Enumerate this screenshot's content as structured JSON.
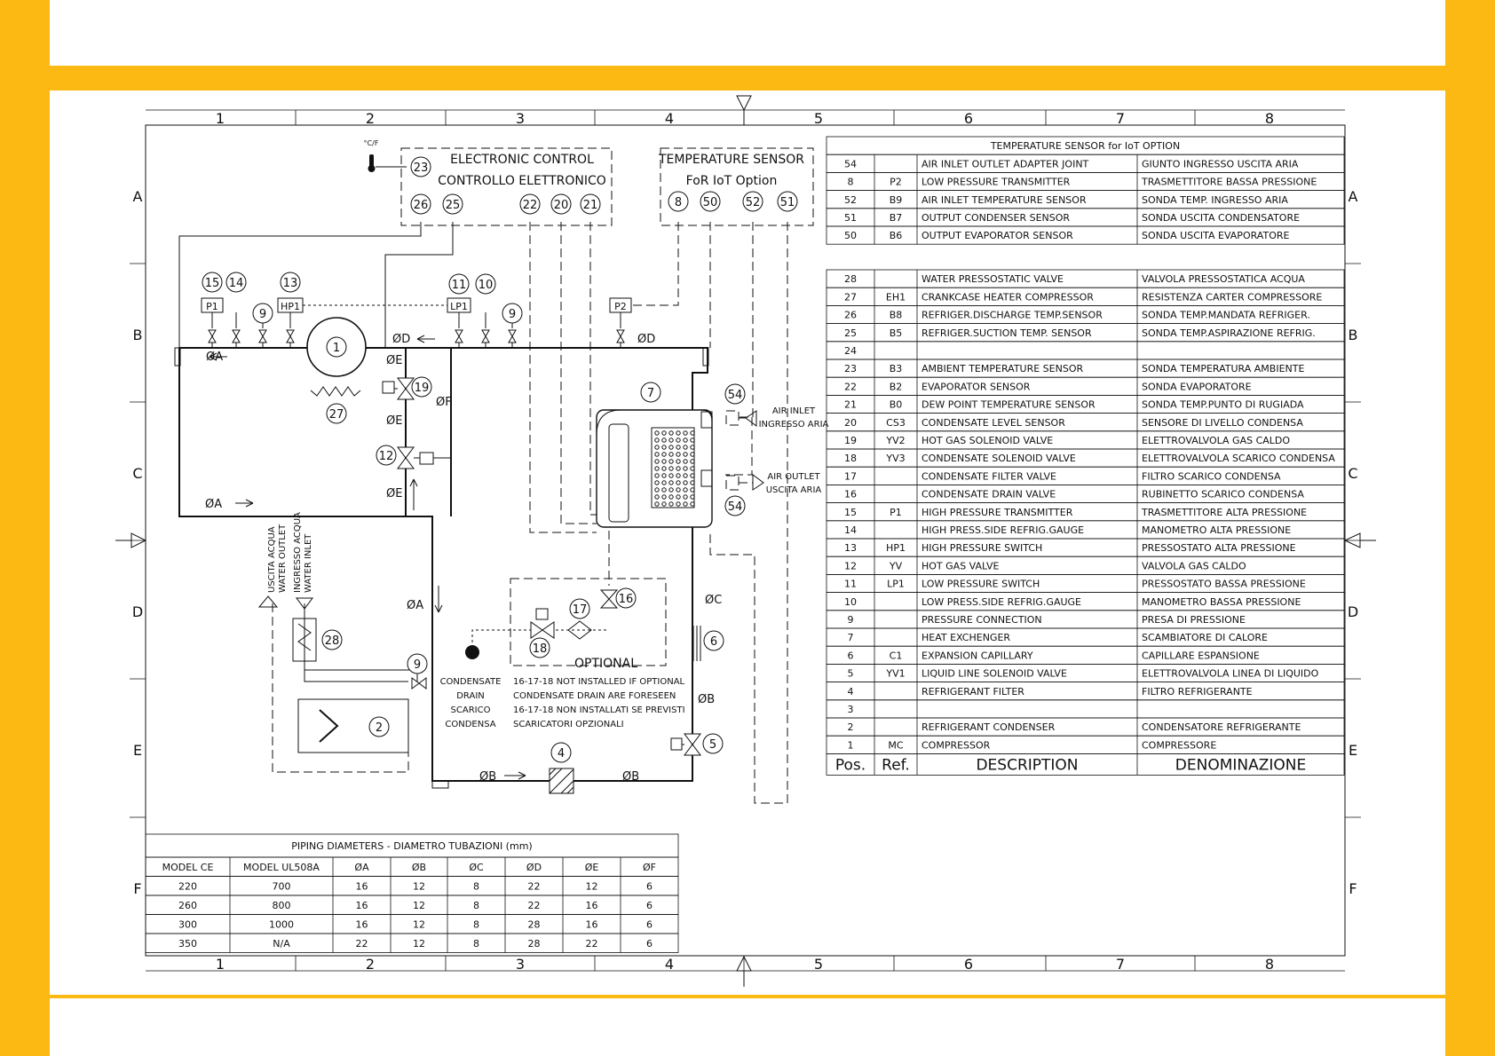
{
  "colors": {
    "band": "#FDB913",
    "line": "#111111",
    "paper": "#ffffff"
  },
  "frame": {
    "columns": [
      "1",
      "2",
      "3",
      "4",
      "5",
      "6",
      "7",
      "8"
    ],
    "rows": [
      "A",
      "B",
      "C",
      "D",
      "E",
      "F"
    ]
  },
  "boxes": {
    "electronic": {
      "line1": "ELECTRONIC CONTROL",
      "line2": "CONTROLLO ELETTRONICO"
    },
    "sensor": {
      "line1": "TEMPERATURE SENSOR",
      "line2": "FoR  IoT Option"
    },
    "optional": "OPTIONAL"
  },
  "diagram_labels": {
    "temp_unit": "°C/F",
    "dA": "ØA",
    "dB": "ØB",
    "dC": "ØC",
    "dD": "ØD",
    "dE": "ØE",
    "dF": "ØF",
    "P1": "P1",
    "HP1": "HP1",
    "LP1": "LP1",
    "P2": "P2",
    "air_inlet": "AIR INLET",
    "air_inlet_it": "INGRESSO ARIA",
    "air_outlet": "AIR OUTLET",
    "air_outlet_it": "USCITA ARIA",
    "water_out_it": "USCITA ACQUA",
    "water_out": "WATER OUTLET",
    "water_in_it": "INGRESSO ACQUA",
    "water_in": "WATER INLET",
    "condensate": [
      "CONDENSATE",
      "DRAIN",
      "SCARICO",
      "CONDENSA"
    ],
    "optional_note": [
      "16-17-18 NOT INSTALLED IF OPTIONAL",
      "CONDENSATE DRAIN ARE FORESEEN",
      "16-17-18 NON INSTALLATI SE PREVISTI",
      "SCARICATORI OPZIONALI"
    ],
    "callouts": [
      "23",
      "26",
      "25",
      "22",
      "20",
      "21",
      "8",
      "50",
      "52",
      "51",
      "15",
      "14",
      "13",
      "9",
      "1",
      "11",
      "10",
      "9",
      "19",
      "27",
      "12",
      "7",
      "54",
      "54",
      "16",
      "17",
      "18",
      "28",
      "9",
      "6",
      "2",
      "5",
      "4"
    ]
  },
  "iot_table": {
    "title": "TEMPERATURE SENSOR for IoT OPTION",
    "rows": [
      [
        "54",
        "",
        "AIR INLET OUTLET ADAPTER JOINT",
        "GIUNTO INGRESSO USCITA ARIA"
      ],
      [
        "8",
        "P2",
        "LOW PRESSURE TRANSMITTER",
        "TRASMETTITORE BASSA PRESSIONE"
      ],
      [
        "52",
        "B9",
        "AIR INLET TEMPERATURE SENSOR",
        "SONDA TEMP. INGRESSO ARIA"
      ],
      [
        "51",
        "B7",
        "OUTPUT CONDENSER SENSOR",
        "SONDA USCITA CONDENSATORE"
      ],
      [
        "50",
        "B6",
        "OUTPUT EVAPORATOR SENSOR",
        "SONDA USCITA EVAPORATORE"
      ]
    ]
  },
  "parts_table": {
    "rows": [
      [
        "28",
        "",
        "WATER PRESSOSTATIC VALVE",
        "VALVOLA  PRESSOSTATICA  ACQUA"
      ],
      [
        "27",
        "EH1",
        "CRANKCASE HEATER COMPRESSOR",
        "RESISTENZA CARTER COMPRESSORE"
      ],
      [
        "26",
        "B8",
        "REFRIGER.DISCHARGE TEMP.SENSOR",
        "SONDA TEMP.MANDATA REFRIGER."
      ],
      [
        "25",
        "B5",
        "REFRIGER.SUCTION TEMP. SENSOR",
        "SONDA TEMP.ASPIRAZIONE REFRIG."
      ],
      [
        "24",
        "",
        "",
        ""
      ],
      [
        "23",
        "B3",
        "AMBIENT TEMPERATURE SENSOR",
        "SONDA TEMPERATURA AMBIENTE"
      ],
      [
        "22",
        "B2",
        "EVAPORATOR SENSOR",
        "SONDA EVAPORATORE"
      ],
      [
        "21",
        "B0",
        "DEW POINT TEMPERATURE SENSOR",
        "SONDA TEMP.PUNTO DI RUGIADA"
      ],
      [
        "20",
        "CS3",
        "CONDENSATE LEVEL SENSOR",
        "SENSORE DI LIVELLO CONDENSA"
      ],
      [
        "19",
        "YV2",
        "HOT GAS SOLENOID VALVE",
        "ELETTROVALVOLA GAS CALDO"
      ],
      [
        "18",
        "YV3",
        "CONDENSATE SOLENOID VALVE",
        "ELETTROVALVOLA SCARICO CONDENSA"
      ],
      [
        "17",
        "",
        "CONDENSATE FILTER VALVE",
        "FILTRO SCARICO CONDENSA"
      ],
      [
        "16",
        "",
        "CONDENSATE DRAIN VALVE",
        "RUBINETTO SCARICO CONDENSA"
      ],
      [
        "15",
        "P1",
        "HIGH PRESSURE TRANSMITTER",
        "TRASMETTITORE ALTA PRESSIONE"
      ],
      [
        "14",
        "",
        "HIGH PRESS.SIDE REFRIG.GAUGE",
        "MANOMETRO ALTA PRESSIONE"
      ],
      [
        "13",
        "HP1",
        "HIGH PRESSURE SWITCH",
        "PRESSOSTATO ALTA PRESSIONE"
      ],
      [
        "12",
        "YV",
        "HOT GAS VALVE",
        "VALVOLA GAS CALDO"
      ],
      [
        "11",
        "LP1",
        "LOW PRESSURE SWITCH",
        "PRESSOSTATO BASSA PRESSIONE"
      ],
      [
        "10",
        "",
        "LOW PRESS.SIDE REFRIG.GAUGE",
        "MANOMETRO BASSA PRESSIONE"
      ],
      [
        "9",
        "",
        "PRESSURE CONNECTION",
        "PRESA DI PRESSIONE"
      ],
      [
        "7",
        "",
        "HEAT EXCHENGER",
        "SCAMBIATORE DI CALORE"
      ],
      [
        "6",
        "C1",
        "EXPANSION CAPILLARY",
        "CAPILLARE ESPANSIONE"
      ],
      [
        "5",
        "YV1",
        "LIQUID LINE SOLENOID VALVE",
        "ELETTROVALVOLA LINEA DI LIQUIDO"
      ],
      [
        "4",
        "",
        "REFRIGERANT FILTER",
        "FILTRO REFRIGERANTE"
      ],
      [
        "3",
        "",
        "",
        ""
      ],
      [
        "2",
        "",
        "REFRIGERANT CONDENSER",
        "CONDENSATORE REFRIGERANTE"
      ],
      [
        "1",
        "MC",
        "COMPRESSOR",
        "COMPRESSORE"
      ]
    ],
    "header": [
      "Pos.",
      "Ref.",
      "DESCRIPTION",
      "DENOMINAZIONE"
    ]
  },
  "piping_table": {
    "title": "PIPING DIAMETERS - DIAMETRO TUBAZIONI (mm)",
    "headers": [
      "MODEL CE",
      "MODEL UL508A",
      "ØA",
      "ØB",
      "ØC",
      "ØD",
      "ØE",
      "ØF"
    ],
    "rows": [
      [
        "220",
        "700",
        "16",
        "12",
        "8",
        "22",
        "12",
        "6"
      ],
      [
        "260",
        "800",
        "16",
        "12",
        "8",
        "22",
        "16",
        "6"
      ],
      [
        "300",
        "1000",
        "16",
        "12",
        "8",
        "28",
        "16",
        "6"
      ],
      [
        "350",
        "N/A",
        "22",
        "12",
        "8",
        "28",
        "22",
        "6"
      ]
    ]
  }
}
